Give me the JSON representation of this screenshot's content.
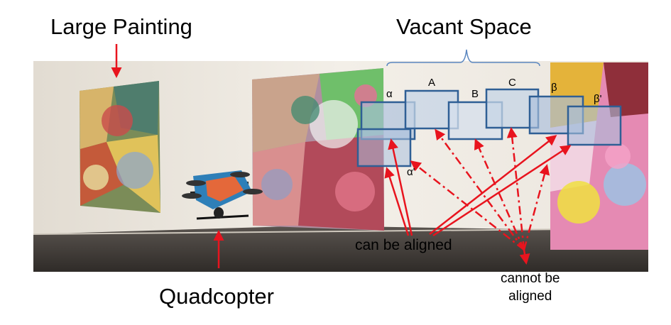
{
  "labels": {
    "large_painting": "Large Painting",
    "vacant_space": "Vacant Space",
    "quadcopter": "Quadcopter",
    "can_be_aligned": "can be aligned",
    "cannot_line1": "cannot be",
    "cannot_line2": "aligned"
  },
  "boxes": {
    "alpha": "α",
    "alpha_prime": "α'",
    "a": "A",
    "b": "B",
    "c": "C",
    "beta": "β",
    "beta_prime": "β'"
  },
  "colors": {
    "arrow": "#e8141e",
    "box_stroke": "#2f5f95",
    "box_fill": "#a9bfdc",
    "bracket": "#5b87c0",
    "wall": "#ece7df",
    "floor": "#4a4541"
  },
  "icons": {
    "quadcopter": "quadcopter-icon",
    "painting": "painting-icon"
  }
}
